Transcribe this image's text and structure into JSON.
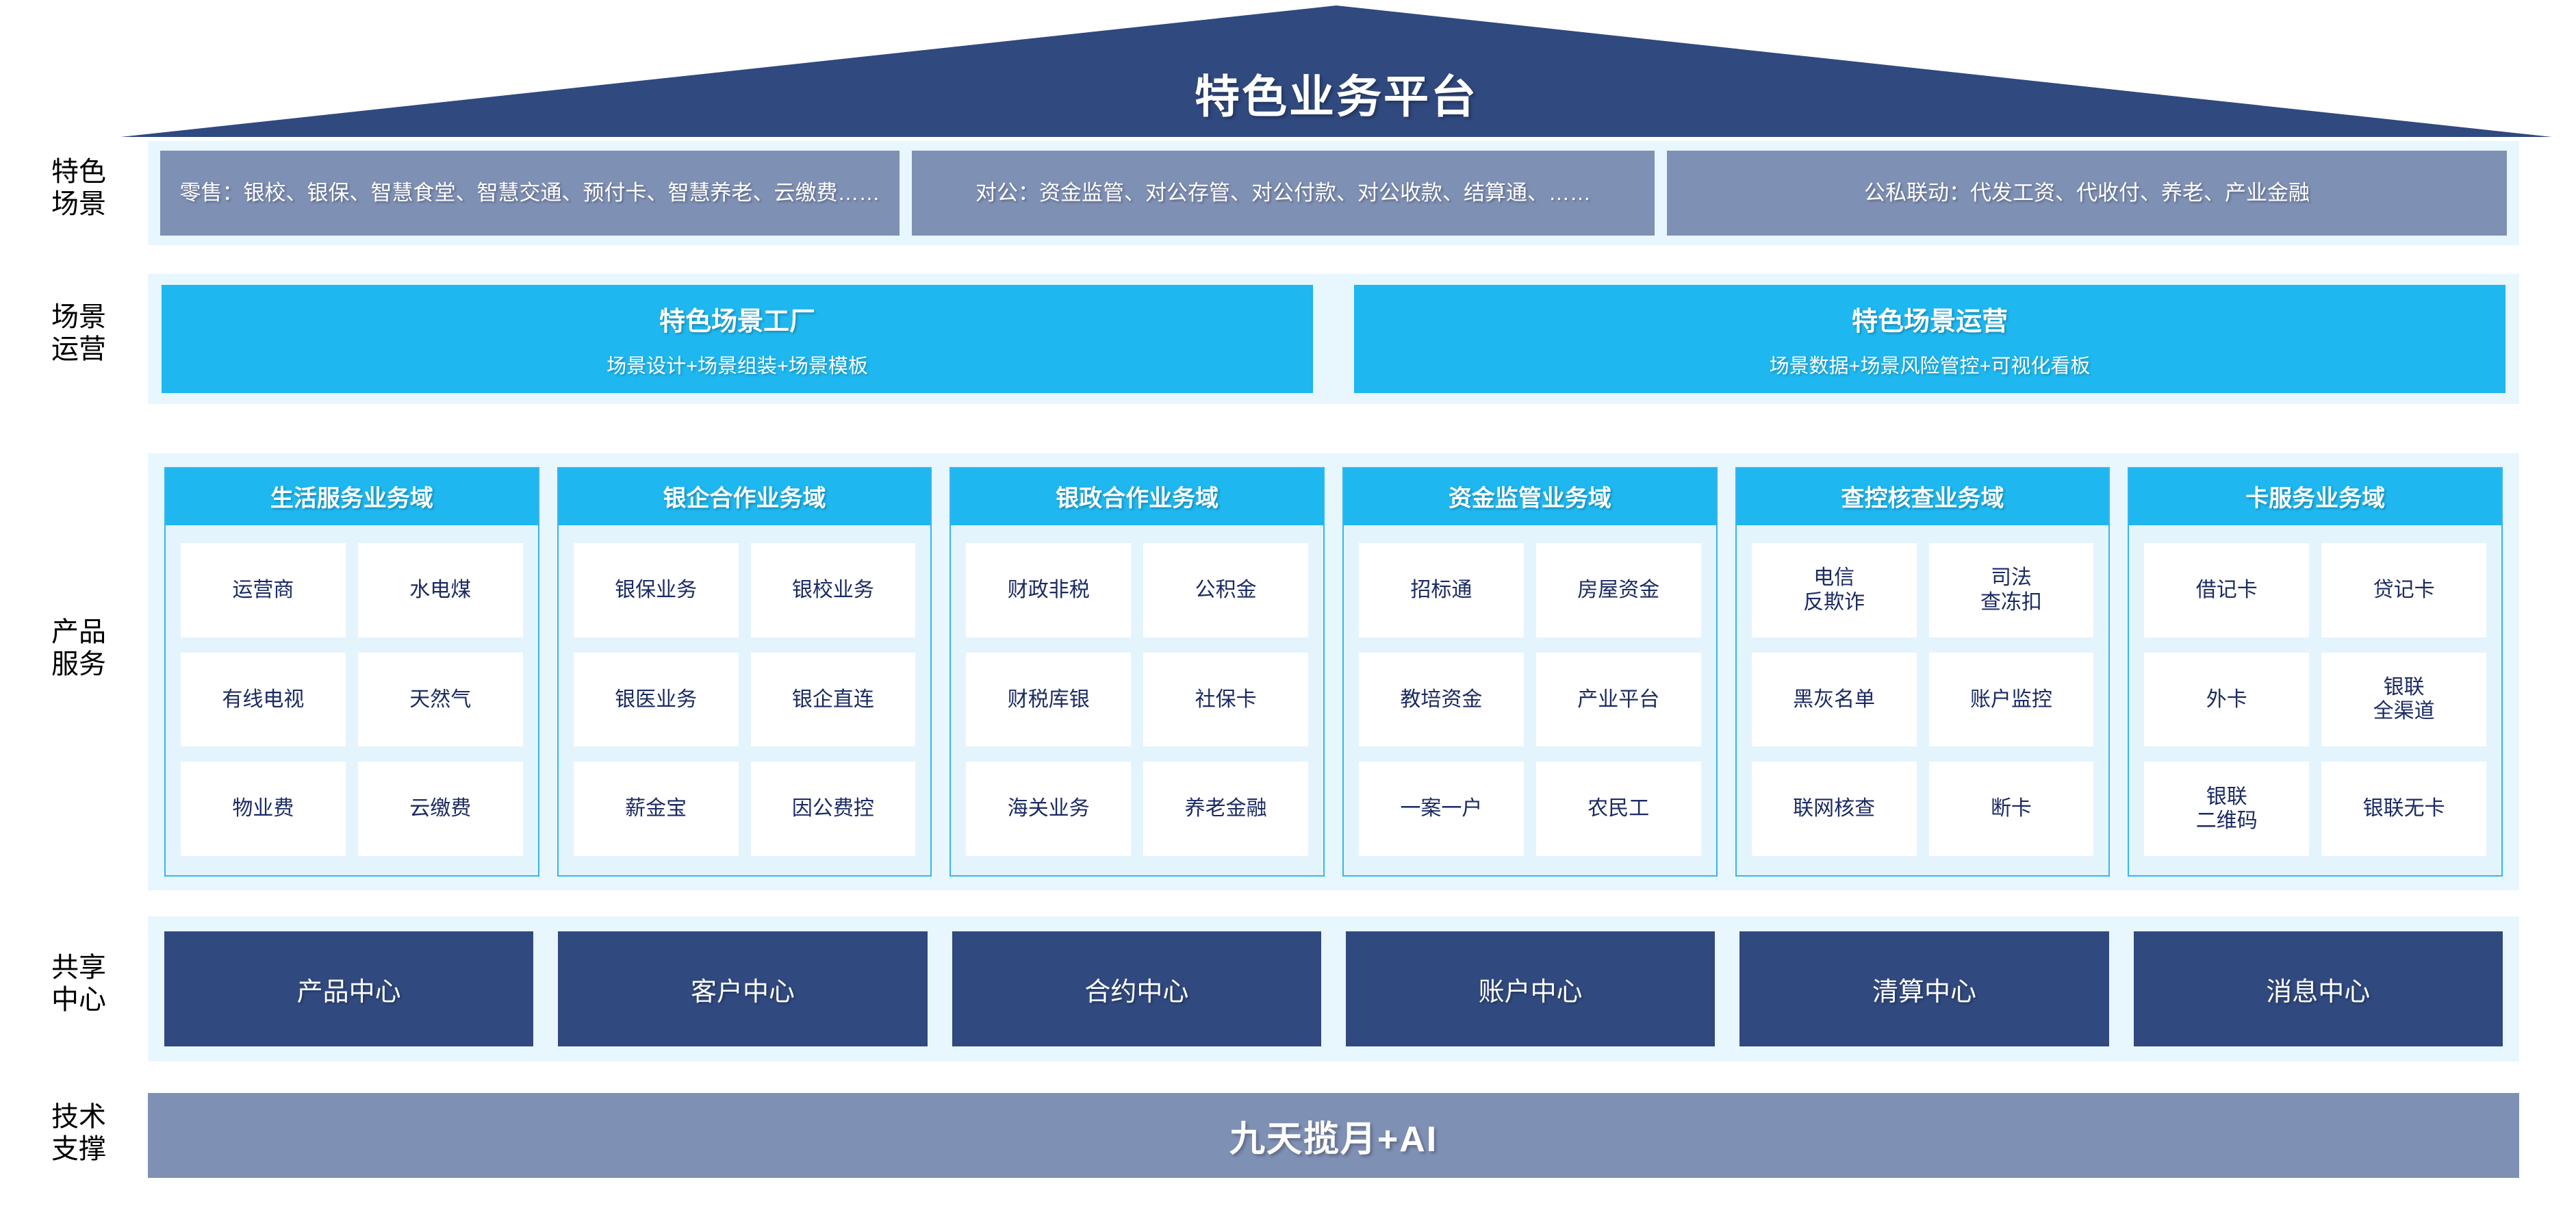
{
  "header": {
    "title": "特色业务平台"
  },
  "rows": {
    "scenarios": {
      "label": "特色\n场景",
      "boxes": [
        {
          "text": "零售：银校、银保、智慧食堂、智慧交通、预付卡、智慧养老、云缴费……"
        },
        {
          "text": "对公：资金监管、对公存管、对公付款、对公收款、结算通、……"
        },
        {
          "text": "公私联动：代发工资、代收付、养老、产业金融"
        }
      ]
    },
    "operations": {
      "label": "场景\n运营",
      "boxes": [
        {
          "title": "特色场景工厂",
          "subtitle": "场景设计+场景组装+场景模板"
        },
        {
          "title": "特色场景运营",
          "subtitle": "场景数据+场景风险管控+可视化看板"
        }
      ]
    },
    "products": {
      "label": "产品\n服务",
      "domains": [
        {
          "title": "生活服务业务域",
          "items": [
            "运营商",
            "水电煤",
            "有线电视",
            "天然气",
            "物业费",
            "云缴费"
          ]
        },
        {
          "title": "银企合作业务域",
          "items": [
            "银保业务",
            "银校业务",
            "银医业务",
            "银企直连",
            "薪金宝",
            "因公费控"
          ]
        },
        {
          "title": "银政合作业务域",
          "items": [
            "财政非税",
            "公积金",
            "财税库银",
            "社保卡",
            "海关业务",
            "养老金融"
          ]
        },
        {
          "title": "资金监管业务域",
          "items": [
            "招标通",
            "房屋资金",
            "教培资金",
            "产业平台",
            "一案一户",
            "农民工"
          ]
        },
        {
          "title": "查控核查业务域",
          "items": [
            "电信\n反欺诈",
            "司法\n查冻扣",
            "黑灰名单",
            "账户监控",
            "联网核查",
            "断卡"
          ]
        },
        {
          "title": "卡服务业务域",
          "items": [
            "借记卡",
            "贷记卡",
            "外卡",
            "银联\n全渠道",
            "银联\n二维码",
            "银联无卡"
          ]
        }
      ]
    },
    "centers": {
      "label": "共享\n中心",
      "boxes": [
        "产品中心",
        "客户中心",
        "合约中心",
        "账户中心",
        "清算中心",
        "消息中心"
      ]
    },
    "tech": {
      "label": "技术\n支撑",
      "text": "九天揽月+AI"
    }
  },
  "colors": {
    "roof_navy": "#30497f",
    "band_bg": "#e8f6fd",
    "scenario_box": "#7f90b5",
    "cyan": "#1eb7ef",
    "center_navy": "#30497f",
    "tech_bar": "#7f90b5",
    "cell_text": "#1b2a63"
  }
}
